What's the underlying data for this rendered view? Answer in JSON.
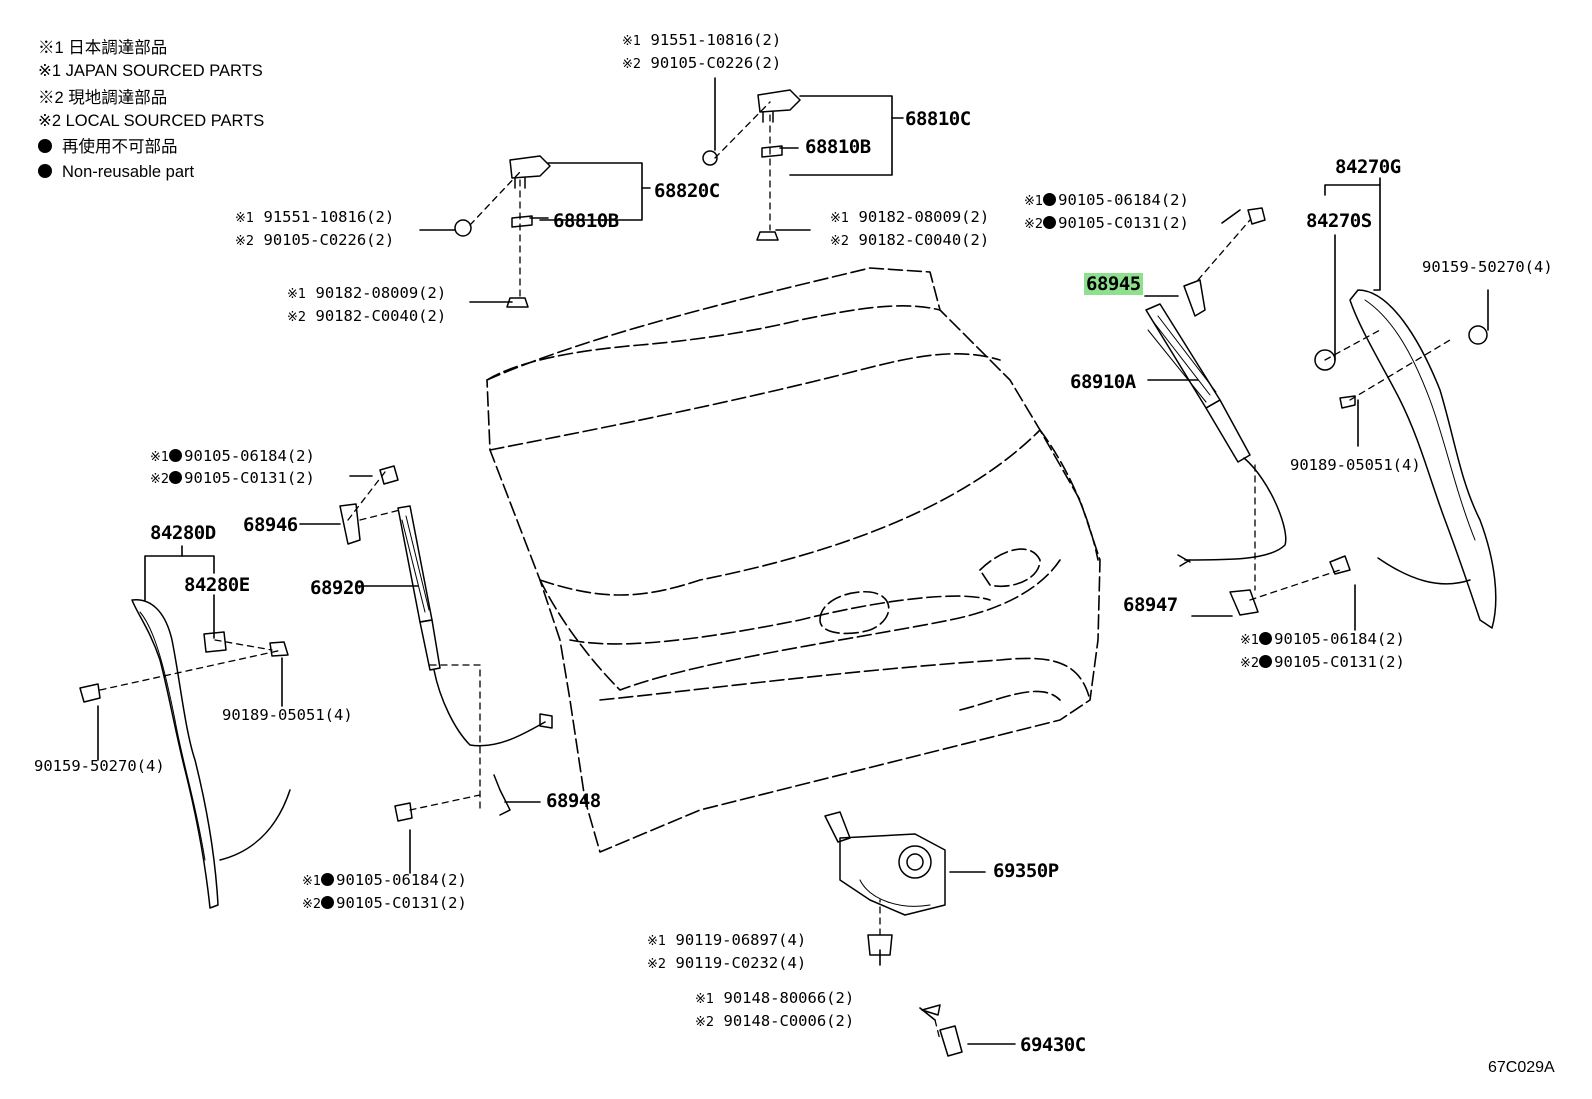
{
  "legend": {
    "l1": "※1 日本調達部品",
    "l2": "※1 JAPAN SOURCED PARTS",
    "l3": "※2 現地調達部品",
    "l4": "※2 LOCAL SOURCED PARTS",
    "l5": "再使用不可部品",
    "l6": "Non-reusable part"
  },
  "m1": "※1",
  "m2": "※2",
  "parts": {
    "p68810C": "68810C",
    "p68810B_top": "68810B",
    "p68820C": "68820C",
    "p68810B_left": "68810B",
    "p84270G": "84270G",
    "p84270S": "84270S",
    "p68945": "68945",
    "p68910A": "68910A",
    "p68946": "68946",
    "p84280D": "84280D",
    "p84280E": "84280E",
    "p68920": "68920",
    "p68947": "68947",
    "p68948": "68948",
    "p69350P": "69350P",
    "p69430C": "69430C"
  },
  "refs": {
    "a1": "91551-10816(2)",
    "a2": "90105-C0226(2)",
    "b1": "91551-10816(2)",
    "b2": "90105-C0226(2)",
    "c1": "90182-08009(2)",
    "c2": "90182-C0040(2)",
    "d1": "90182-08009(2)",
    "d2": "90182-C0040(2)",
    "e1": "90105-06184(2)",
    "e2": "90105-C0131(2)",
    "f": "90159-50270(4)",
    "g": "90189-05051(4)",
    "h1": "90105-06184(2)",
    "h2": "90105-C0131(2)",
    "i1": "90105-06184(2)",
    "i2": "90105-C0131(2)",
    "j": "90189-05051(4)",
    "k": "90159-50270(4)",
    "l1": "90105-06184(2)",
    "l2": "90105-C0131(2)",
    "m1": "90119-06897(4)",
    "m2": "90119-C0232(4)",
    "n1": "90148-80066(2)",
    "n2": "90148-C0006(2)"
  },
  "code": "67C029A",
  "highlight_color": "#8ee08e"
}
